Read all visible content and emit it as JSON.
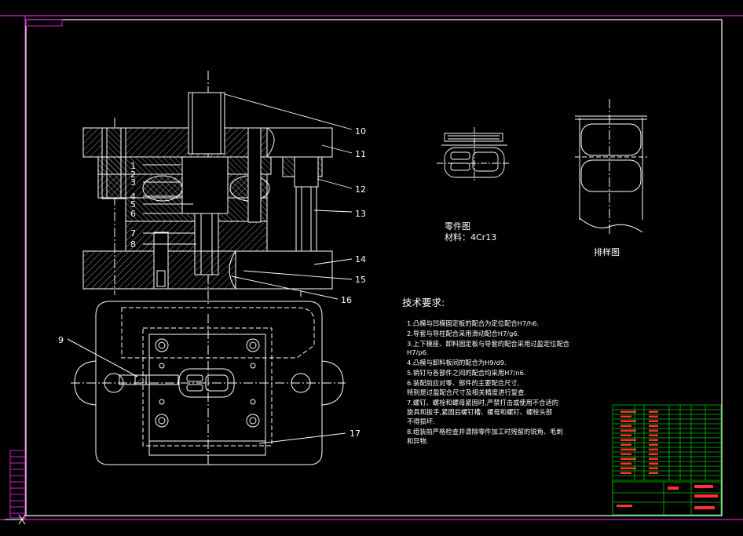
{
  "colors": {
    "background": "#000000",
    "frame": "#d020d0",
    "lines": "#ffffff",
    "title_grid": "#00c000",
    "title_text": "#ff3030"
  },
  "part_labels": [
    "1",
    "2",
    "3",
    "4",
    "5",
    "6",
    "7",
    "8",
    "9",
    "10",
    "11",
    "12",
    "13",
    "14",
    "15",
    "16",
    "17"
  ],
  "part_drawing": {
    "caption": "零件图",
    "material": "材料：4Cr13"
  },
  "layout_drawing": {
    "caption": "排样图"
  },
  "tech_requirements": {
    "title": "技术要求:",
    "lines": [
      "1.凸模与凹模固定板的配合为定位配合H7/h6.",
      "2.导套与导柱配合采用滑动配合H7/g6.",
      "3.上下模座、卸料固定板与导套的配合采用过盈定位配合",
      "H7/p6.",
      "4.凸模与卸料板间的配合为H9/d9.",
      "5.销钉与各部件之间的配合均采用H7/n6.",
      "6.装配前应对零、部件的主要配合尺寸,",
      "  特别是过盈配合尺寸及相关精度进行复查.",
      "7.螺钉、螺栓和螺母紧固时,严禁打击或使用不合适的",
      "  旋具和扳手,紧固后螺钉槽、螺母和螺钉、螺栓头部",
      "  不得损坏.",
      "8.组装前严格检查并清除零件加工时残留的锐角、毛刺",
      "  和异物."
    ]
  }
}
